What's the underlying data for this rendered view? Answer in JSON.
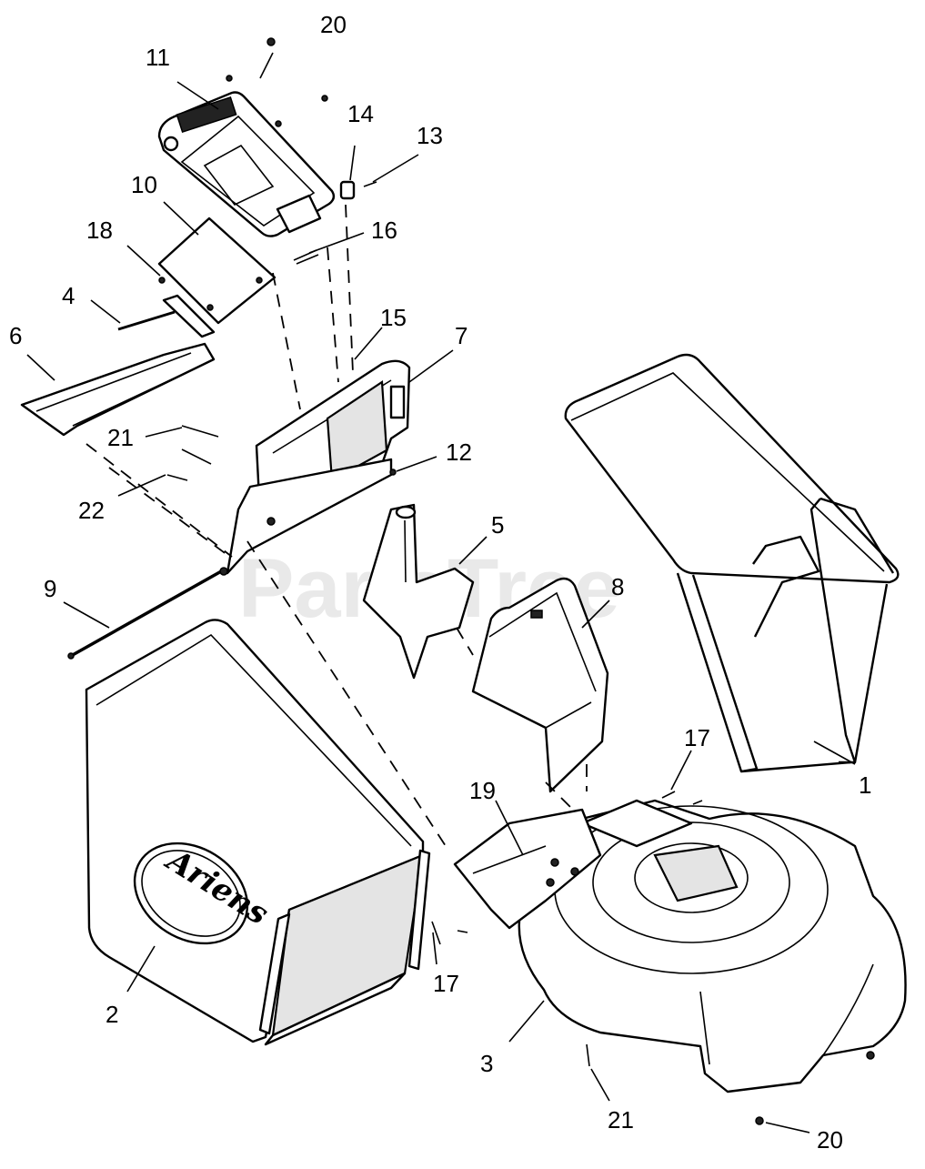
{
  "watermark": "PartsTree",
  "brand_logo": "Ariens",
  "callouts": {
    "c1": "1",
    "c2": "2",
    "c3": "3",
    "c4": "4",
    "c5": "5",
    "c6": "6",
    "c7": "7",
    "c8": "8",
    "c9": "9",
    "c10": "10",
    "c11": "11",
    "c12": "12",
    "c13": "13",
    "c14": "14",
    "c15": "15",
    "c16": "16",
    "c17a": "17",
    "c17b": "17",
    "c18": "18",
    "c19": "19",
    "c20a": "20",
    "c20b": "20",
    "c21a": "21",
    "c21b": "21",
    "c22": "22"
  }
}
